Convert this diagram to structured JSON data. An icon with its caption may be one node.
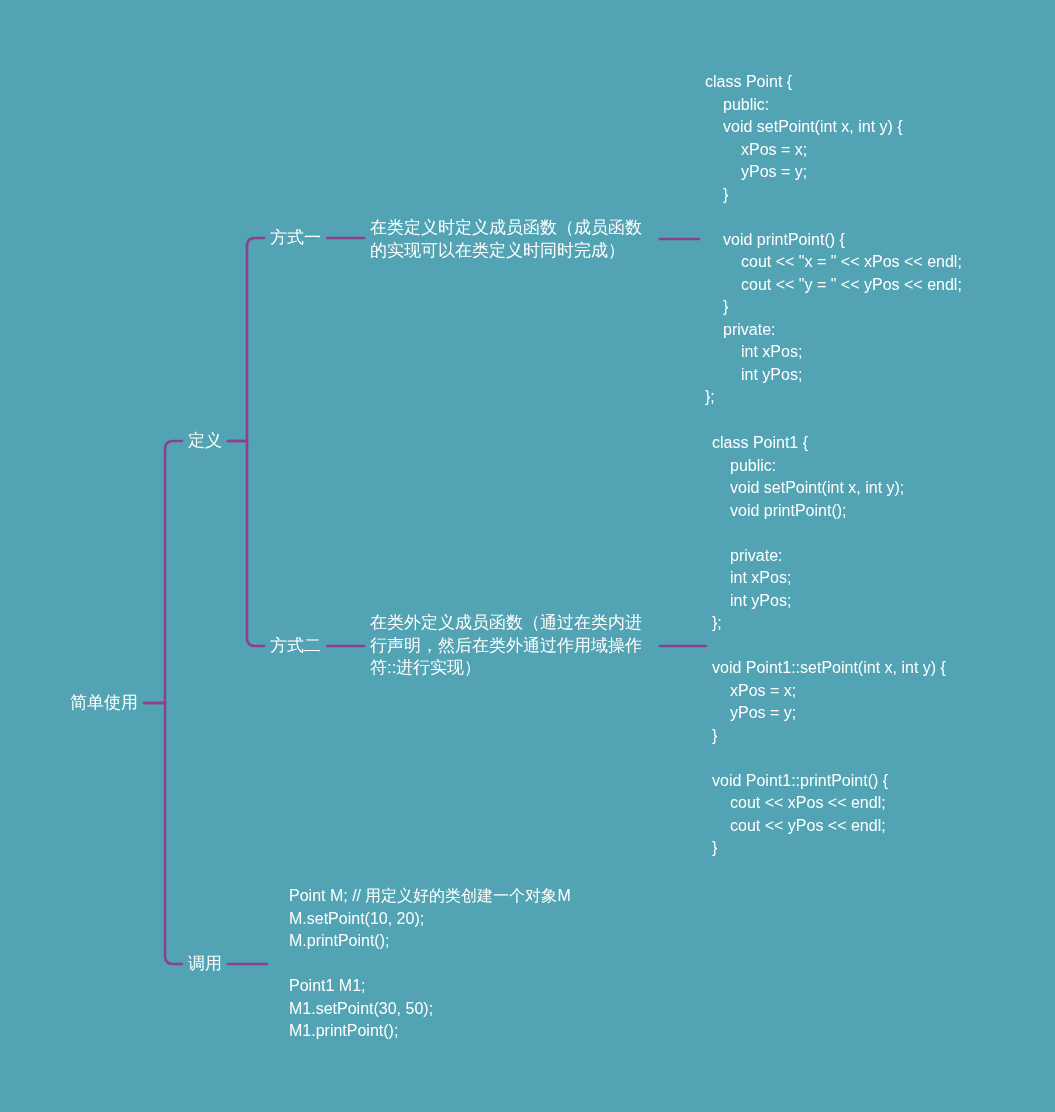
{
  "diagram": {
    "nodes": [
      {
        "text": [
          "简单使用"
        ]
      },
      {
        "text": [
          "定义"
        ]
      },
      {
        "text": [
          "方式一"
        ]
      },
      {
        "text": [
          "在类定义时定义成员函数（成员函数的实现可以在类定义时同时完成）"
        ]
      },
      {
        "text": [
          "class Point {",
          "public:",
          "void setPoint(int x, int y) {",
          "xPos = x;",
          "yPos = y;",
          "}",
          "void printPoint() {",
          "cout << \"x = \" << xPos << endl;",
          "cout << \"y = \" << yPos << endl;",
          "}",
          "private:",
          "int xPos;",
          "int yPos;",
          "};"
        ]
      },
      {
        "text": [
          "方式二"
        ]
      },
      {
        "text": [
          "在类外定义成员函数（通过在类内进行声明，然后在类外通过作用域操作符::进行实现）"
        ]
      },
      {
        "text": [
          "class Point1 {",
          "public:",
          "void setPoint(int x, int y);",
          "void printPoint();",
          "private:",
          "int xPos;",
          "int yPos;",
          "};",
          "void Point1::setPoint(int x, int y) {",
          "xPos = x;",
          "yPos = y;",
          "}",
          "void Point1::printPoint() {",
          "cout << xPos << endl;",
          "cout << yPos << endl;",
          "}"
        ]
      },
      {
        "text": [
          "调用"
        ]
      },
      {
        "text": [
          "Point M; // 用定义好的类创建一个对象M",
          "M.setPoint(10, 20);",
          "M.printPoint();",
          "Point1 M1;",
          "M1.setPoint(30, 50);",
          "M1.printPoint();"
        ]
      }
    ],
    "edges": [
      {
        "from": 0,
        "to": 1,
        "arrow": "none"
      },
      {
        "from": 0,
        "to": 8,
        "arrow": "none"
      },
      {
        "from": 1,
        "to": 2,
        "arrow": "none"
      },
      {
        "from": 1,
        "to": 5,
        "arrow": "none"
      },
      {
        "from": 2,
        "to": 3,
        "arrow": "none"
      },
      {
        "from": 3,
        "to": 4,
        "arrow": "none"
      },
      {
        "from": 5,
        "to": 6,
        "arrow": "none"
      },
      {
        "from": 6,
        "to": 7,
        "arrow": "none"
      },
      {
        "from": 8,
        "to": 9,
        "arrow": "none"
      }
    ]
  }
}
